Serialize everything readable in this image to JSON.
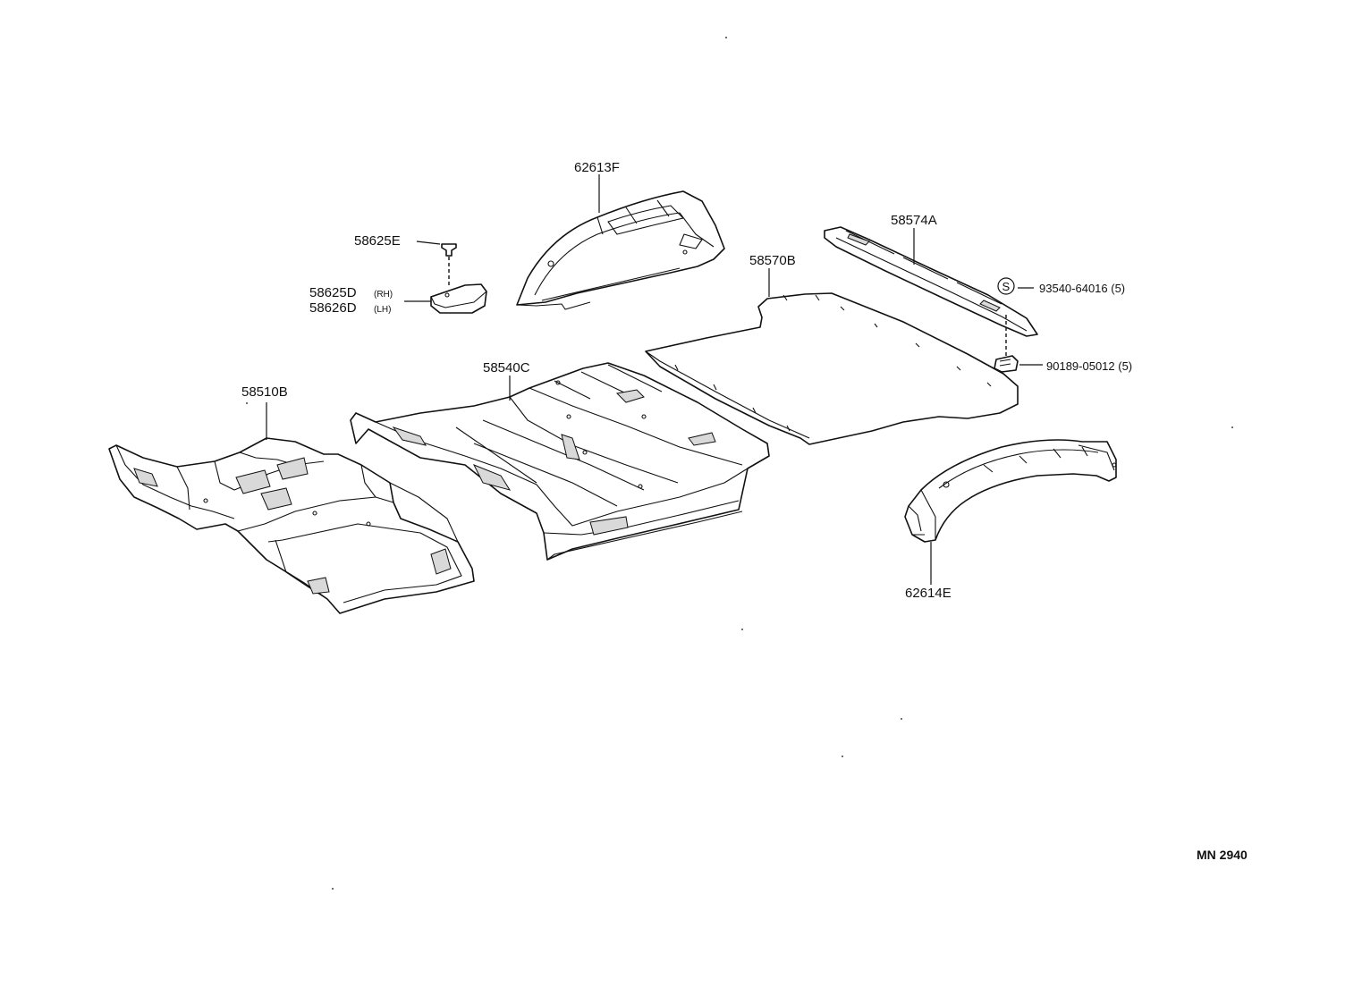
{
  "parts": {
    "p62613F": "62613F",
    "p58625E": "58625E",
    "p58625D": "58625D",
    "p58625D_side": "(RH)",
    "p58626D": "58626D",
    "p58626D_side": "(LH)",
    "p58570B": "58570B",
    "p58574A": "58574A",
    "p93540": "93540-64016 (5)",
    "p93540_symbol": "S",
    "p90189": "90189-05012 (5)",
    "p58540C": "58540C",
    "p58510B": "58510B",
    "p62614E": "62614E"
  },
  "reference": "MN 2940",
  "icons": [
    "bolt-icon",
    "clip-icon",
    "standard-part-symbol-icon"
  ]
}
